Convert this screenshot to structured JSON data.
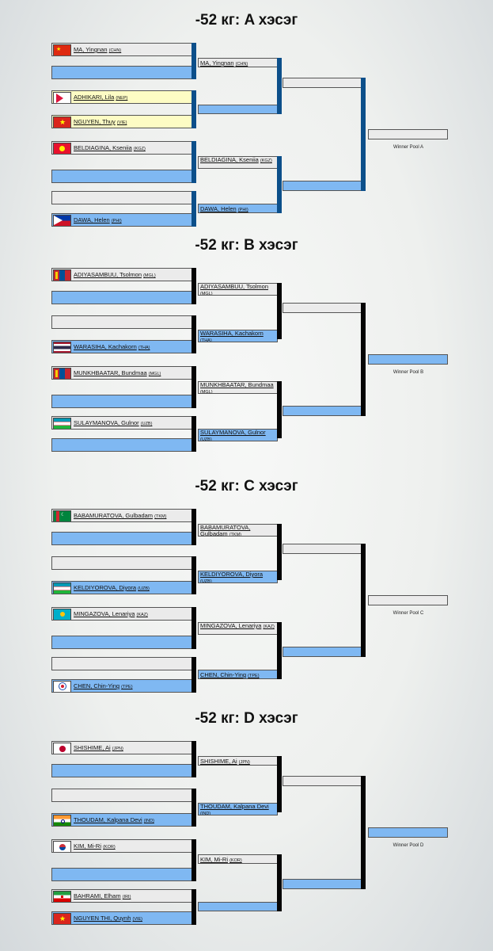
{
  "pools": [
    {
      "title": "-52 кг: A хэсэг",
      "winner_label": "Winner Pool A",
      "r1": [
        {
          "name": "MA, Yingnan",
          "country": "(CHN)",
          "flag": "china-flag-icon",
          "color": "gray"
        },
        {
          "name": "",
          "country": "",
          "flag": "",
          "color": "blue"
        },
        {
          "name": "ADHIKARI, Lila",
          "country": "(NEP)",
          "flag": "nepal-flag-icon",
          "color": "yellow"
        },
        {
          "name": "NGUYEN, Thuy",
          "country": "(VIE)",
          "flag": "vietnam-flag-icon",
          "color": "yellow"
        },
        {
          "name": "BELDIAGINA, Kseniia",
          "country": "(KGZ)",
          "flag": "kyrgyzstan-flag-icon",
          "color": "gray"
        },
        {
          "name": "",
          "country": "",
          "flag": "",
          "color": "blue"
        },
        {
          "name": "",
          "country": "",
          "flag": "",
          "color": "gray"
        },
        {
          "name": "DAWA, Helen",
          "country": "(PHI)",
          "flag": "philippines-flag-icon",
          "color": "blue"
        }
      ],
      "r2": [
        {
          "name": "MA, Yingnan",
          "country": "(CHN)",
          "color": "gray"
        },
        {
          "name": "",
          "country": "",
          "color": "blue"
        },
        {
          "name": "BELDIAGINA, Kseniia",
          "country": "(KGZ)",
          "color": "gray"
        },
        {
          "name": "DAWA, Helen",
          "country": "(PHI)",
          "color": "blue"
        }
      ],
      "r3": [
        {
          "name": "",
          "country": "",
          "color": "gray"
        },
        {
          "name": "",
          "country": "",
          "color": "blue"
        }
      ],
      "winner": {
        "name": "",
        "country": "",
        "color": "gray"
      }
    },
    {
      "title": "-52 кг: B хэсэг",
      "winner_label": "Winner Pool B",
      "r1": [
        {
          "name": "ADIYASAMBUU, Tsolmon",
          "country": "(MGL)",
          "flag": "mongolia-flag-icon",
          "color": "gray"
        },
        {
          "name": "",
          "country": "",
          "flag": "",
          "color": "blue"
        },
        {
          "name": "",
          "country": "",
          "flag": "",
          "color": "gray"
        },
        {
          "name": "WARASIHA, Kachakorn",
          "country": "(THA)",
          "flag": "thailand-flag-icon",
          "color": "blue"
        },
        {
          "name": "MUNKHBAATAR, Bundmaa",
          "country": "(MGL)",
          "flag": "mongolia-flag-icon",
          "color": "gray"
        },
        {
          "name": "",
          "country": "",
          "flag": "",
          "color": "blue"
        },
        {
          "name": "SULAYMANOVA, Gulnor",
          "country": "(UZB)",
          "flag": "uzbekistan-flag-icon",
          "color": "gray"
        },
        {
          "name": "",
          "country": "",
          "flag": "",
          "color": "blue"
        }
      ],
      "r2": [
        {
          "name": "ADIYASAMBUU, Tsolmon",
          "country": "(MGL)",
          "color": "gray"
        },
        {
          "name": "WARASIHA, Kachakorn",
          "country": "(THA)",
          "color": "blue"
        },
        {
          "name": "MUNKHBAATAR, Bundmaa",
          "country": "(MGL)",
          "color": "gray"
        },
        {
          "name": "SULAYMANOVA, Gulnor",
          "country": "(UZB)",
          "color": "blue"
        }
      ],
      "r3": [
        {
          "name": "",
          "country": "",
          "color": "gray"
        },
        {
          "name": "",
          "country": "",
          "color": "blue"
        }
      ],
      "winner": {
        "name": "",
        "country": "",
        "color": "blue"
      }
    },
    {
      "title": "-52 кг: C хэсэг",
      "winner_label": "Winner Pool C",
      "r1": [
        {
          "name": "BABAMURATOVA, Gulbadam",
          "country": "(TKM)",
          "flag": "turkmenistan-flag-icon",
          "color": "gray"
        },
        {
          "name": "",
          "country": "",
          "flag": "",
          "color": "blue"
        },
        {
          "name": "",
          "country": "",
          "flag": "",
          "color": "gray"
        },
        {
          "name": "KELDIYOROVA, Diyora",
          "country": "(UZB)",
          "flag": "uzbekistan-flag-icon",
          "color": "blue"
        },
        {
          "name": "MINGAZOVA, Lenariya",
          "country": "(KAZ)",
          "flag": "kazakhstan-flag-icon",
          "color": "gray"
        },
        {
          "name": "",
          "country": "",
          "flag": "",
          "color": "blue"
        },
        {
          "name": "",
          "country": "",
          "flag": "",
          "color": "gray"
        },
        {
          "name": "CHEN, Chin-Ying",
          "country": "(TPE)",
          "flag": "chinese-taipei-flag-icon",
          "color": "blue"
        }
      ],
      "r2": [
        {
          "name": "BABAMURATOVA, Gulbadam",
          "country": "(TKM)",
          "color": "gray"
        },
        {
          "name": "KELDIYOROVA, Diyora",
          "country": "(UZB)",
          "color": "blue"
        },
        {
          "name": "MINGAZOVA, Lenariya",
          "country": "(KAZ)",
          "color": "gray"
        },
        {
          "name": "CHEN, Chin-Ying",
          "country": "(TPE)",
          "color": "blue"
        }
      ],
      "r3": [
        {
          "name": "",
          "country": "",
          "color": "gray"
        },
        {
          "name": "",
          "country": "",
          "color": "blue"
        }
      ],
      "winner": {
        "name": "",
        "country": "",
        "color": "gray"
      }
    },
    {
      "title": "-52 кг: D хэсэг",
      "winner_label": "Winner Pool D",
      "r1": [
        {
          "name": "SHISHIME, Ai",
          "country": "(JPN)",
          "flag": "japan-flag-icon",
          "color": "gray"
        },
        {
          "name": "",
          "country": "",
          "flag": "",
          "color": "blue"
        },
        {
          "name": "",
          "country": "",
          "flag": "",
          "color": "gray"
        },
        {
          "name": "THOUDAM, Kalpana Devi",
          "country": "(IND)",
          "flag": "india-flag-icon",
          "color": "blue"
        },
        {
          "name": "KIM, Mi-Ri",
          "country": "(KOR)",
          "flag": "korea-flag-icon",
          "color": "gray"
        },
        {
          "name": "",
          "country": "",
          "flag": "",
          "color": "blue"
        },
        {
          "name": "BAHRAMI, Elham",
          "country": "(IRI)",
          "flag": "iran-flag-icon",
          "color": "gray"
        },
        {
          "name": "NGUYEN THI, Quynh",
          "country": "(VIE)",
          "flag": "vietnam-flag-icon",
          "color": "blue"
        }
      ],
      "r2": [
        {
          "name": "SHISHIME, Ai",
          "country": "(JPN)",
          "color": "gray"
        },
        {
          "name": "THOUDAM, Kalpana Devi",
          "country": "(IND)",
          "color": "blue"
        },
        {
          "name": "KIM, Mi-Ri",
          "country": "(KOR)",
          "color": "gray"
        },
        {
          "name": "",
          "country": "",
          "color": "blue"
        }
      ],
      "r3": [
        {
          "name": "",
          "country": "",
          "color": "gray"
        },
        {
          "name": "",
          "country": "",
          "color": "blue"
        }
      ],
      "winner": {
        "name": "",
        "country": "",
        "color": "blue"
      }
    }
  ]
}
